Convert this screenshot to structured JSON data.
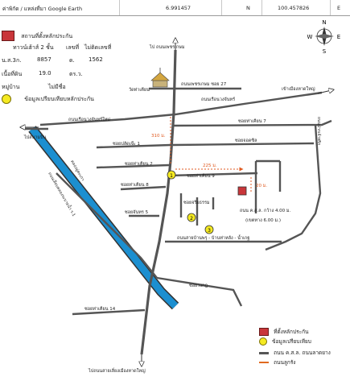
{
  "header": {
    "source": "ค่าพิกัด / แหล่งที่มา Google Earth",
    "latitude": "6.991457",
    "lat_dir": "N",
    "longitude": "100.457826",
    "lon_dir": "E"
  },
  "legend": {
    "property_label": "สถานที่ตั้งหลักประกัน",
    "building_label": "ทาวน์เฮ้าส์ 2 ชั้น",
    "number_label": "เลขที่",
    "number_value": "ไม่ติดเลขที่",
    "deed_label": "น.ส.3ก.",
    "deed_value": "8857",
    "deed_sub_label": "ด.",
    "deed_sub_value": "1562",
    "area_label": "เนื้อที่ดิน",
    "area_value": "19.0",
    "area_unit": "ตร.ว.",
    "village_label": "หมู่บ้าน",
    "village_value": "ไม่มีชื่อ",
    "compare_label": "ข้อมูลเปรียบเทียบหลักประกัน"
  },
  "compass": {
    "n": "N",
    "s": "S",
    "e": "E",
    "w": "W"
  },
  "map": {
    "road_top_arrow": "ไป ถนนเพชรเกษม",
    "phetkasem_soi27": "ถนนเพชรเกษม ซอย 27",
    "temple": "วัดท่าเคียน",
    "suanpak_top": "ถนนเรือนวงจันทร์",
    "suanpak_left": "ถนนเรือนวงจันทร์ใหม่",
    "to_market": "เข้าเมืองหาดใหญ่",
    "to_hatyai_left": "ไปสนามบิน",
    "soi_thakhian7": "ซอยท่าเคียน 7",
    "soi_b": "ซอยจอดซิล",
    "soi_palad": "ซอยปลัดเจ๊ะ 1",
    "soi_thakhian2": "ซอยท่าเคียน 2",
    "soi_thakhian8": "ซอยท่าเคียน 8",
    "soi_thakhian9": "ซอยท่าเคียน 9",
    "soi_jariyatham": "ซอยจริยธรรม",
    "soi_jaroenrat5": "ซอยจันทร 5",
    "soi_wongkrit": "ซอยวงกฎ",
    "soi_thakhian14": "ซอยท่าเคียน 14",
    "road_right": "ถนนปากเจ้าพริก",
    "canal": "คลองอู่ตะเภา",
    "canal_road": "ถนนเลียบคลองระบายน้ำ ร.1",
    "main_road": "ถนนสายบ้านพรุ - บ้านท่าหลัง - น้ำเกฐ",
    "bottom_arrow": "ไปถนนสายเลี่ยงเมืองหาดใหญ่",
    "dist_310": "310 ม.",
    "dist_225": "225 ม.",
    "dist_20": "20 ม.",
    "road_width_1": "ถนน ค.ส.ล. กว้าง 4.00 ม.",
    "road_width_2": "(เขตทาง 6.00 ม.)",
    "marker_1": "1",
    "marker_2": "2",
    "marker_3": "3"
  },
  "bottom_legend": {
    "property": "ที่ตั้งหลักประกัน",
    "compare": "ข้อมูลเปรียบเทียบ",
    "road_kasl": "ถนน ค.ส.ล. ถนนลาดยาง",
    "road_dirt": "ถนนลูกรัง"
  }
}
